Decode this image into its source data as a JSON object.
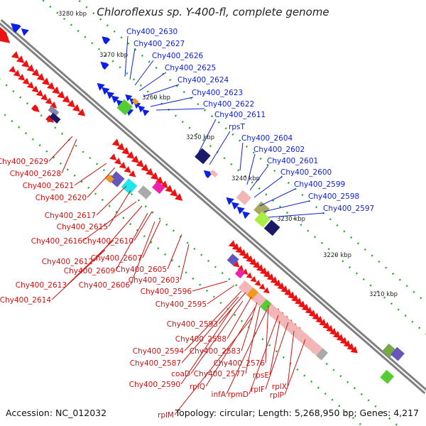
{
  "title": "Chloroflexus sp. Y-400-fl, complete genome",
  "footer": {
    "accession": "Accession: NC_012032",
    "stats": "Topology: circular; Length: 5,268,950 bp; Genes: 4,217"
  },
  "colors": {
    "forward": "#ee1111",
    "reverse": "#0b20e6",
    "label_red": "#cc1111",
    "label_blue": "#1122cc",
    "axis": "#808080",
    "gc_dot": "#22aa22",
    "rna_pink": "#f3b6b6",
    "rna_cyan": "#22e6ee",
    "rna_green": "#55cc33",
    "rna_navy": "#1a1a66",
    "rna_purple": "#6655bb",
    "rna_olive": "#a9a860",
    "rna_grey": "#aaaaaa",
    "rna_magenta": "#ee22aa",
    "rna_orange": "#ee9922"
  },
  "kbp_labels": [
    "3280 kbp",
    "3270 kbp",
    "3260 kbp",
    "3250 kbp",
    "3240 kbp",
    "3230 kbp",
    "3220 kbp",
    "3210 kbp"
  ],
  "blue_labels": [
    "Chy400_2630",
    "Chy400_2627",
    "Chy400_2626",
    "Chy400_2625",
    "Chy400_2624",
    "Chy400_2623",
    "Chy400_2622",
    "Chy400_2611",
    "rpsT",
    "Chy400_2604",
    "Chy400_2602",
    "Chy400_2601",
    "Chy400_2600",
    "Chy400_2599",
    "Chy400_2598",
    "Chy400_2597"
  ],
  "red_labels": [
    "Chy400_2629",
    "Chy400_2628",
    "Chy400_2621",
    "Chy400_2620",
    "Chy400_2617",
    "Chy400_2615",
    "Chy400_2616",
    "Chy400_2610",
    "Chy400_2612",
    "Chy400_2607",
    "Chy400_2609",
    "Chy400_2605",
    "Chy400_2613",
    "Chy400_2606",
    "Chy400_2603",
    "Chy400_2614",
    "Chy400_2596",
    "Chy400_2595",
    "Chy400_2593",
    "Chy400_2588",
    "Chy400_2594",
    "Chy400_2583",
    "Chy400_2587",
    "Chy400_2576",
    "coaD",
    "Chy400_2577",
    "rpsE",
    "Chy400_2590",
    "rplQ",
    "rplX",
    "infA",
    "rpmD",
    "rplF",
    "rplP",
    "rplM"
  ]
}
